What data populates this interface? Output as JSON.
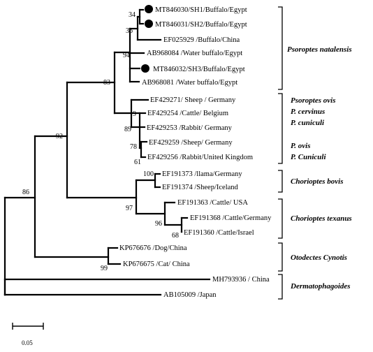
{
  "taxa": [
    {
      "id": "t1",
      "label": "MT846030/SH1/Buffalo/Egypt"
    },
    {
      "id": "t2",
      "label": "MT846031/SH2/Buffalo/Egypt"
    },
    {
      "id": "t3",
      "label": "EF025929 /Buffalo/China"
    },
    {
      "id": "t4",
      "label": "AB968084 /Water buffalo/Egypt"
    },
    {
      "id": "t5",
      "label": "MT846032/SH3/Buffalo/Egypt"
    },
    {
      "id": "t6",
      "label": "AB968081 /Water buffalo/Egypt"
    },
    {
      "id": "t7",
      "label": "EF429271/ Sheep / Germany"
    },
    {
      "id": "t8",
      "label": "EF429254 /Cattle/ Belgium"
    },
    {
      "id": "t9",
      "label": "EF429253 /Rabbit/ Germany"
    },
    {
      "id": "t10",
      "label": "EF429259 /Sheep/ Germany"
    },
    {
      "id": "t11",
      "label": "EF429256 /Rabbit/United Kingdom"
    },
    {
      "id": "t12",
      "label": "EF191373 /llama/Germany"
    },
    {
      "id": "t13",
      "label": "EF191374 /Sheep/Iceland"
    },
    {
      "id": "t14",
      "label": "EF191363 /Cattle/ USA"
    },
    {
      "id": "t15",
      "label": "EF191368 /Cattle/Germany"
    },
    {
      "id": "t16",
      "label": "EF191360 /Cattle/Israel"
    },
    {
      "id": "t17",
      "label": "KP676676 /Dog/China"
    },
    {
      "id": "t18",
      "label": "KP676675 /Cat/ China"
    },
    {
      "id": "t19",
      "label": "MH793936 / China"
    },
    {
      "id": "t20",
      "label": "AB105009 /Japan"
    }
  ],
  "bootstrap": {
    "b34": "34",
    "b36": "36",
    "b94": "94",
    "b83": "83",
    "b9x": "9",
    "b89": "89",
    "b78": "78",
    "b61": "61",
    "b92": "92",
    "b100": "100",
    "b97": "97",
    "b96": "96",
    "b68": "68",
    "b86": "86",
    "b99": "99"
  },
  "clades": [
    {
      "id": "c1",
      "label": "Psoroptes  natalensis"
    },
    {
      "id": "c2",
      "label": "Psoroptes ovis"
    },
    {
      "id": "c3",
      "label": "P. cervinus"
    },
    {
      "id": "c4",
      "label": "P. cuniculi"
    },
    {
      "id": "c5",
      "label": "P. ovis"
    },
    {
      "id": "c6",
      "label": "P. Cuniculi"
    },
    {
      "id": "c7",
      "label": "Chorioptes bovis"
    },
    {
      "id": "c8",
      "label": "Chorioptes texanus"
    },
    {
      "id": "c9",
      "label": "Otodectes Cynotis"
    },
    {
      "id": "c10",
      "label": "Dermatophagoides"
    }
  ],
  "scale": {
    "label": "0.05"
  },
  "colors": {
    "line": "#000000",
    "marker": "#000000",
    "background": "#ffffff"
  }
}
